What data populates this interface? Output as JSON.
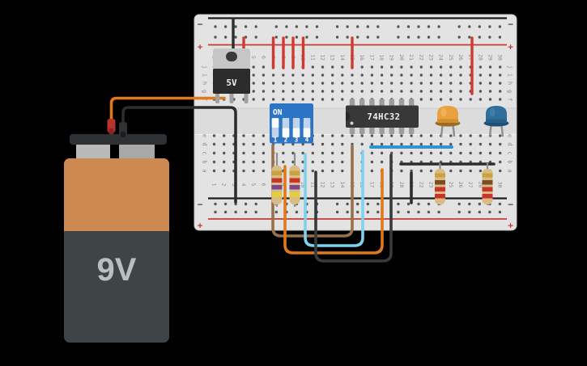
{
  "scene": {
    "background": "#000000"
  },
  "battery": {
    "label": "9V",
    "body_color": "#3f4447",
    "band_color": "#cd8950",
    "cap_color": "#2f3234",
    "label_color": "#b9bec1",
    "terminals": [
      {
        "name": "positive",
        "clip_color": "#b5352e",
        "wire_color": "orange"
      },
      {
        "name": "negative",
        "clip_color": "#2f3133",
        "wire_color": "black"
      }
    ]
  },
  "breadboard": {
    "base_color": "#e3e3e3",
    "channel_color": "#dcdcdc",
    "hole_color": "#575757",
    "label_color": "#8a8a8a",
    "rail_red": "#c23b34",
    "rail_black": "#1c1c1c",
    "minus_label": "−",
    "plus_label": "+",
    "row_letters_top": [
      "j",
      "i",
      "h",
      "g",
      "f"
    ],
    "row_letters_bottom": [
      "e",
      "d",
      "c",
      "b",
      "a"
    ],
    "column_numbers": [
      "1",
      "2",
      "3",
      "4",
      "5",
      "6",
      "7",
      "8",
      "9",
      "10",
      "11",
      "12",
      "13",
      "14",
      "15",
      "16",
      "17",
      "18",
      "19",
      "20",
      "21",
      "22",
      "23",
      "24",
      "25",
      "26",
      "27",
      "28",
      "29",
      "30"
    ]
  },
  "components": {
    "voltage_regulator": {
      "label": "5V",
      "body_color": "#2c2c2c",
      "tab_color": "#c6c6c6"
    },
    "dip_switch": {
      "label": "ON",
      "switch_numbers": [
        "1",
        "2",
        "3",
        "4"
      ],
      "states": [
        "on",
        "off",
        "off",
        "off"
      ],
      "body_color": "#2c74c4",
      "track_color": "#bfd4eb",
      "knob_color": "#fafafa"
    },
    "ic": {
      "label": "74HC32",
      "body_color": "#383838",
      "pin_color": "#9d9d9d"
    },
    "leds": [
      {
        "name": "orange-led",
        "color_name": "orange",
        "hex": "#e9a13e"
      },
      {
        "name": "blue-led",
        "color_name": "blue",
        "hex": "#2e6e9b"
      }
    ],
    "resistors": [
      {
        "name": "pulldown-resistor-1",
        "bands_top_to_bottom": [
          "gold",
          "red",
          "violet",
          "yellow"
        ]
      },
      {
        "name": "pulldown-resistor-2",
        "bands_top_to_bottom": [
          "gold",
          "red",
          "violet",
          "yellow"
        ]
      },
      {
        "name": "led-resistor-1",
        "bands_top_to_bottom": [
          "gold",
          "brown",
          "red",
          "red"
        ]
      },
      {
        "name": "led-resistor-2",
        "bands_top_to_bottom": [
          "gold",
          "brown",
          "red",
          "red"
        ]
      }
    ],
    "wires": [
      {
        "name": "wire-battery-positive",
        "color": "orange",
        "hex": "#e0791c"
      },
      {
        "name": "wire-battery-negative",
        "color": "black",
        "hex": "#2b2e30"
      },
      {
        "name": "wire-regulator-ground",
        "color": "black",
        "hex": "#2b2e30"
      },
      {
        "name": "wire-regulator-output",
        "color": "red",
        "hex": "#cf3a30"
      },
      {
        "name": "wire-power-jumper-1",
        "color": "red",
        "hex": "#cf3a30"
      },
      {
        "name": "wire-power-jumper-2",
        "color": "red",
        "hex": "#cf3a30"
      },
      {
        "name": "wire-power-jumper-3",
        "color": "red",
        "hex": "#cf3a30"
      },
      {
        "name": "wire-power-jumper-4",
        "color": "red",
        "hex": "#cf3a30"
      },
      {
        "name": "wire-power-jumper-ic",
        "color": "red",
        "hex": "#cf3a30"
      },
      {
        "name": "wire-power-jumper-right",
        "color": "red",
        "hex": "#cf3a30"
      },
      {
        "name": "wire-signal-brown-loop",
        "color": "brown",
        "hex": "#97714b"
      },
      {
        "name": "wire-signal-cyan-loop",
        "color": "cyan",
        "hex": "#7ed2ec"
      },
      {
        "name": "wire-signal-orange-loop",
        "color": "orange",
        "hex": "#e0791c"
      },
      {
        "name": "wire-signal-gray-loop",
        "color": "gray",
        "hex": "#363b3e"
      },
      {
        "name": "wire-led-blue",
        "color": "blue",
        "hex": "#2e95d0"
      },
      {
        "name": "wire-led-black",
        "color": "black",
        "hex": "#2b2e30"
      },
      {
        "name": "wire-ic-ground",
        "color": "black",
        "hex": "#2b2e30"
      }
    ]
  }
}
